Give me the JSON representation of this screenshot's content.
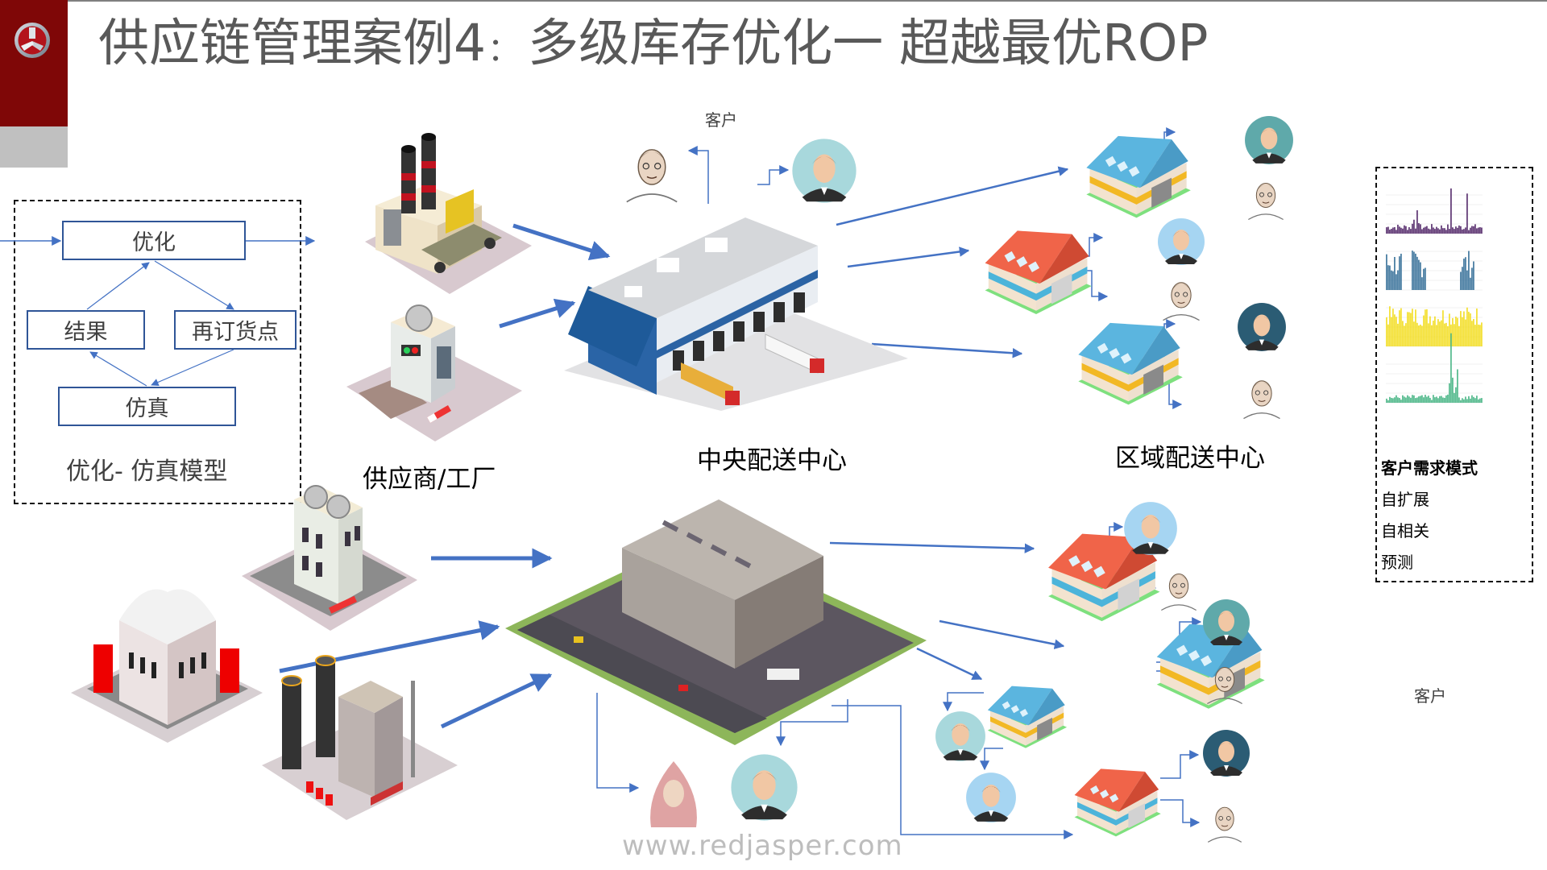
{
  "header": {
    "title_part1": "供应链管理案例4",
    "title_colon": "：",
    "title_part2": "多级库存优化一 超越最优ROP",
    "logo": "company-logo-icon",
    "colors": {
      "band": "#7f0707",
      "band_secondary": "#c0c0c0",
      "title": "#595959"
    }
  },
  "opt_model": {
    "nodes": {
      "optimize": "优化",
      "result": "结果",
      "reorder_point": "再订货点",
      "simulation": "仿真"
    },
    "caption": "优化- 仿真模型"
  },
  "labels": {
    "suppliers": "供应商/工厂",
    "central_dc": "中央配送中心",
    "regional_dc": "区域配送中心",
    "customer_top": "客户",
    "customer_bottom": "客户"
  },
  "demand_panel": {
    "title": "客户需求模式",
    "items": [
      "自扩展",
      "自相关",
      "预测"
    ],
    "series_colors": [
      "#4b1f63",
      "#2e6a94",
      "#f2dc18",
      "#3fb27f"
    ]
  },
  "icons": {
    "upper_suppliers": [
      "factory-smokestack-icon",
      "factory-fan-building-icon"
    ],
    "lower_suppliers": [
      "office-building-icon",
      "factory-fan-building-icon",
      "power-plant-icon"
    ],
    "warehouse": "warehouse-icon",
    "customer": "customer-avatar-icon"
  },
  "arrow_color": "#4472c4",
  "watermark": "www.redjasper.com"
}
